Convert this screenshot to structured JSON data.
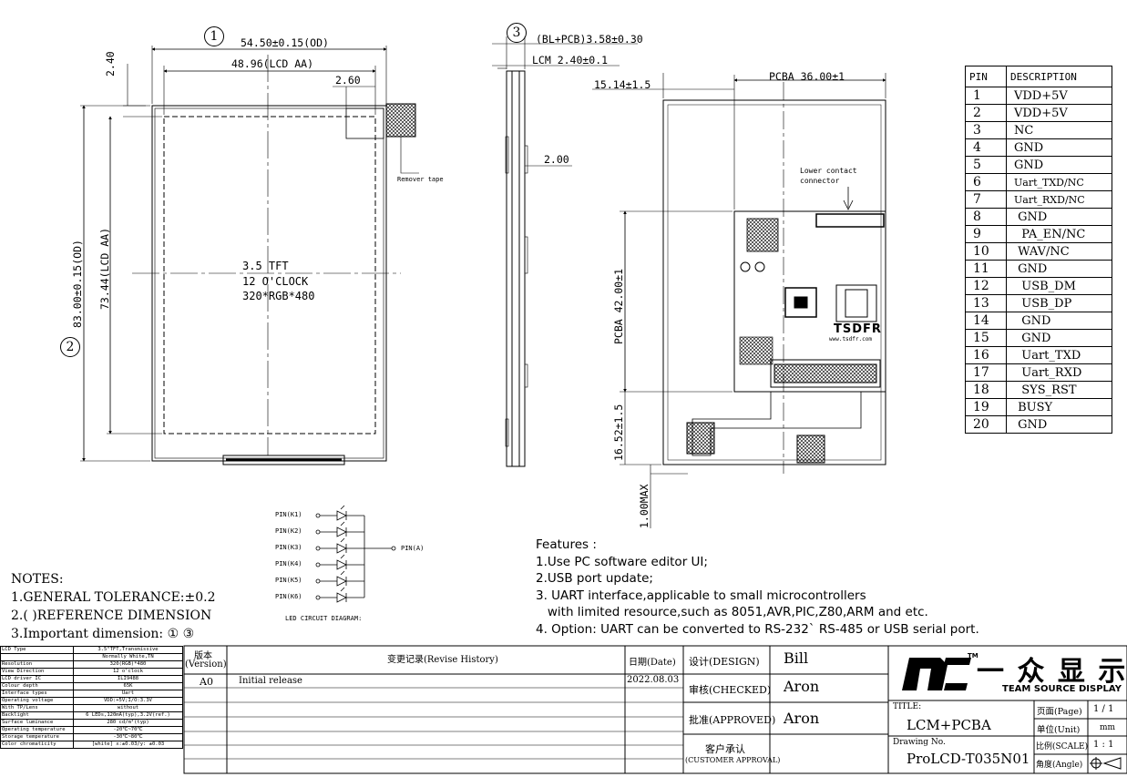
{
  "dimensions": {
    "width_od": "54.50±0.15(OD)",
    "width_aa": "48.96(LCD AA)",
    "top_offset": "2.40",
    "tape_offset": "2.60",
    "height_od": "83.00±0.15(OD)",
    "height_aa": "73.44(LCD AA)",
    "bl_pcb": "(BL+PCB)3.58±0.30",
    "lcm": "LCM 2.40±0.1",
    "side_2": "2.00",
    "pcba_w": "PCBA 36.00±1",
    "pcba_offset": "15.14±1.5",
    "pcba_h": "PCBA 42.00±1",
    "pcba_bottom": "16.52±1.5",
    "max": "1.00MAX",
    "mark_1": "1",
    "mark_2": "2",
    "mark_3": "3"
  },
  "lcd_center": {
    "line1": "3.5 TFT",
    "line2": "12 O'CLOCK",
    "line3": "320*RGB*480"
  },
  "remover_tape": "Remover tape",
  "connector_label": {
    "line1": "Lower contact",
    "line2": "connector"
  },
  "board_brand": "TSDFR",
  "board_url": "www.tsdfr.com",
  "led_circuit": {
    "pins": [
      "PIN(K1)",
      "PIN(K2)",
      "PIN(K3)",
      "PIN(K4)",
      "PIN(K5)",
      "PIN(K6)"
    ],
    "anode": "PIN(A)",
    "title": "LED CIRCUIT DIAGRAM:"
  },
  "pin_table": {
    "headers": [
      "PIN",
      "DESCRIPTION"
    ],
    "rows": [
      [
        "1",
        "VDD+5V"
      ],
      [
        "2",
        "VDD+5V"
      ],
      [
        "3",
        "NC"
      ],
      [
        "4",
        "GND"
      ],
      [
        "5",
        "GND"
      ],
      [
        "6",
        "Uart_TXD/NC"
      ],
      [
        "7",
        "Uart_RXD/NC"
      ],
      [
        "8",
        " GND"
      ],
      [
        "9",
        "  PA_EN/NC"
      ],
      [
        "10",
        " WAV/NC"
      ],
      [
        "11",
        " GND"
      ],
      [
        "12",
        "  USB_DM"
      ],
      [
        "13",
        "  USB_DP"
      ],
      [
        "14",
        "  GND"
      ],
      [
        "15",
        "  GND"
      ],
      [
        "16",
        "  Uart_TXD"
      ],
      [
        "17",
        "  Uart_RXD"
      ],
      [
        "18",
        "  SYS_RST"
      ],
      [
        "19",
        " BUSY"
      ],
      [
        "20",
        " GND"
      ]
    ]
  },
  "notes": {
    "title": "NOTES:",
    "lines": [
      "1.GENERAL TOLERANCE:±0.2",
      "2.(  )REFERENCE DIMENSION",
      "3.Important dimension: ① ③"
    ]
  },
  "features": {
    "title": "Features :",
    "lines": [
      "1.Use PC software editor UI;",
      "2.USB port update;",
      "3. UART  interface,applicable to small microcontrollers",
      "   with limited resource,such as 8051,AVR,PIC,Z80,ARM and etc.",
      "4. Option: UART can be converted to RS-232ˋ RS-485 or USB serial port."
    ]
  },
  "spec_table": [
    [
      "LCD Type",
      "3.5\"TFT,Transmissive"
    ],
    [
      "",
      "Normally White,TN"
    ],
    [
      "Resolution",
      "320(RGB)*480"
    ],
    [
      "View Direction",
      "12 o'clock"
    ],
    [
      "LCD driver IC",
      "ILI9488"
    ],
    [
      "Colour depth",
      "65K"
    ],
    [
      "Interface types",
      "Uart"
    ],
    [
      "Operating voltage",
      "VDD:+5V;I/O:3.3V"
    ],
    [
      "With TP/Lens",
      "without"
    ],
    [
      "Backlight",
      "6 LEDs,120mA(typ),3.2V(ref.)"
    ],
    [
      "Surface luminance",
      "280 cd/m²(typ)"
    ],
    [
      "Operating temperature",
      "-20℃~70℃"
    ],
    [
      "Storage temperature",
      "-30℃~80℃"
    ],
    [
      "Color chromaticity",
      "[white] x:±0.03/y:  ±0.03"
    ]
  ],
  "revision": {
    "version_label": "版本",
    "version_label_en": "(Version)",
    "history_label": "变更记录(Revise History)",
    "date_label": "日期(Date)",
    "rows": [
      [
        "A0",
        "Initial release",
        "2022.08.03"
      ]
    ]
  },
  "approval": {
    "design_label": "设计(DESIGN)",
    "design_name": "Bill",
    "checked_label": "审核(CHECKED)",
    "checked_name": "Aron",
    "approved_label": "批准(APPROVED)",
    "approved_name": "Aron",
    "customer_label": "客户承认",
    "customer_label_en": "(CUSTOMER APPROVAL)"
  },
  "logo": {
    "chinese": "一 众 显 示",
    "english": "TEAM SOURCE DISPLAY",
    "tm": "TM"
  },
  "title_block": {
    "title_label": "TITLE:",
    "title": "LCM+PCBA",
    "drawing_label": "Drawing No.",
    "drawing_no": "ProLCD-T035N01",
    "page_label": "页面(Page)",
    "page": "1 / 1",
    "unit_label": "单位(Unit)",
    "unit": "mm",
    "scale_label": "比例(SCALE)",
    "scale": "1 : 1",
    "angle_label": "角度(Angle)"
  }
}
